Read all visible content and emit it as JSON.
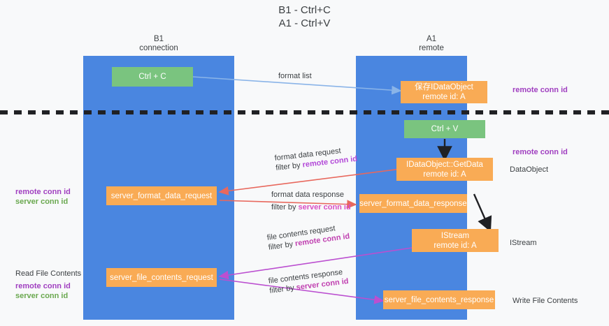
{
  "title": "B1 - Ctrl+C\nA1 - Ctrl+V",
  "columns": [
    {
      "name": "b1",
      "header": "B1\nconnection"
    },
    {
      "name": "a1",
      "header": "A1\nremote"
    }
  ],
  "nodes": [
    {
      "id": "ctrl-c",
      "label": "Ctrl + C",
      "color": "green"
    },
    {
      "id": "save-idataobject",
      "label": "保存IDataObject\nremote id: A",
      "color": "orange"
    },
    {
      "id": "ctrl-v",
      "label": "Ctrl + V",
      "color": "green"
    },
    {
      "id": "idataobject-getdata",
      "label": "IDataObject::GetData\nremote id: A",
      "color": "orange"
    },
    {
      "id": "server-format-data-request",
      "label": "server_format_data_request",
      "color": "orange"
    },
    {
      "id": "server-format-data-response",
      "label": "server_format_data_response",
      "color": "orange"
    },
    {
      "id": "istream",
      "label": "IStream\nremote id: A",
      "color": "orange"
    },
    {
      "id": "server-file-contents-request",
      "label": "server_file_contents_request",
      "color": "orange"
    },
    {
      "id": "server-file-contents-response",
      "label": "server_file_contents_response",
      "color": "orange"
    }
  ],
  "edges": [
    {
      "id": "format-list",
      "label": "format list",
      "filter": "",
      "filter_prefix": ""
    },
    {
      "id": "format-data-request",
      "label": "format data request",
      "filter_prefix": "filter by ",
      "filter": "remote conn id"
    },
    {
      "id": "format-data-response",
      "label": "format data response",
      "filter_prefix": "filter by ",
      "filter": "server conn id"
    },
    {
      "id": "file-contents-request",
      "label": "file contents request",
      "filter_prefix": "filter by ",
      "filter": "remote conn id"
    },
    {
      "id": "file-contents-response",
      "label": "file contents response",
      "filter_prefix": "filter by ",
      "filter": "server conn id"
    }
  ],
  "annotations": {
    "right_top_conn": "remote conn id",
    "right_mid_conn": "remote conn id",
    "dataobject": "DataObject",
    "istream": "IStream",
    "write_file_contents": "Write File Contents",
    "left_remote_conn": "remote conn id",
    "left_server_conn": "server conn id",
    "read_file_contents": "Read File Contents",
    "left_remote_conn2": "remote conn id",
    "left_server_conn2": "server conn id"
  },
  "colors": {
    "lane": "#4a86e0",
    "green_node": "#7ac47f",
    "orange_node": "#f9ab55",
    "purple": "#a03fc0",
    "green_text": "#6aa84f",
    "arrow_blue": "#8ab4e8",
    "arrow_red": "#e8685d",
    "arrow_purple": "#bb4fd0",
    "arrow_black": "#202124",
    "divider": "#202124",
    "background": "#f8f9fa"
  }
}
